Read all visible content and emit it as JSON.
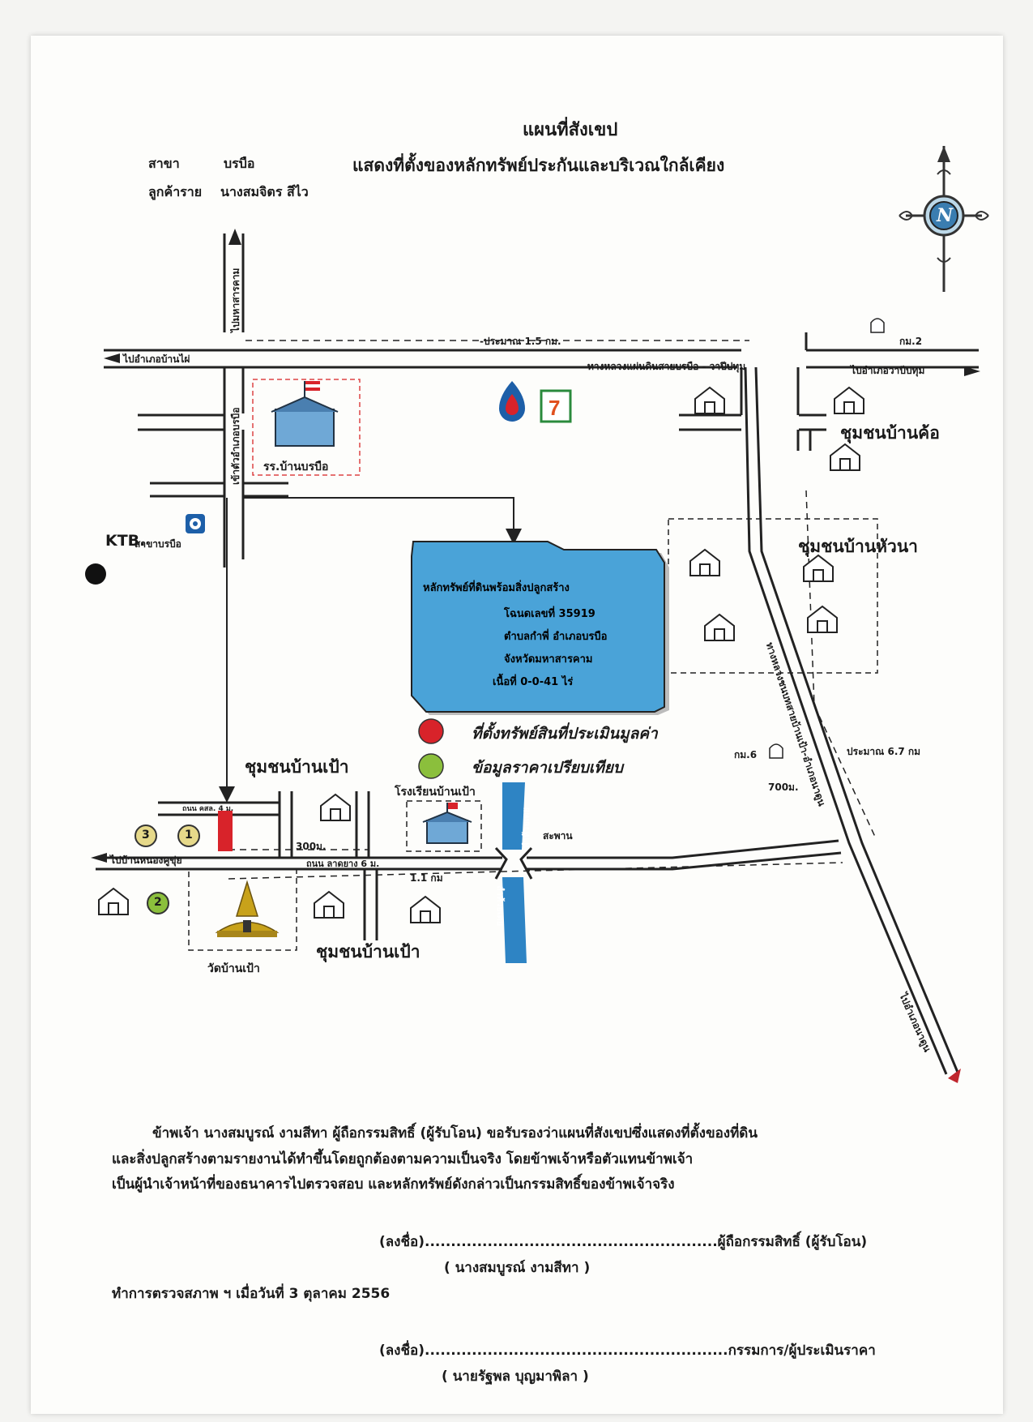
{
  "header": {
    "title": "แผนที่สังเขป",
    "subtitle": "แสดงที่ตั้งของหลักทรัพย์ประกันและบริเวณใกล้เคียง",
    "branch_label": "สาขา",
    "branch_value": "บรบือ",
    "customer_label": "ลูกค้าราย",
    "customer_value": "นางสมจิตร   สีไว"
  },
  "compass": {
    "letter": "N",
    "icon": "compass-north-icon"
  },
  "roads": {
    "to_ban_mai": "ไปอำเภอบ้านไผ่",
    "approx_1_5": "-ประมาณ 1.5 กม.",
    "km2": "กม.2",
    "highway": "ทางหลวงแผ่นดินสายบรบือ - วาปีปทุม",
    "to_wapi": "ไปอำเภอวาปีปทุม",
    "to_maha": "ไปมหาสารคาม",
    "to_borabue_district": "เข้าตัวอำเภอบรบือ",
    "diag_road": "ทางหลวงชนบทสายบ้านเป้า-อำเภอนาดูน",
    "km6": "กม.6",
    "approx_6_7": "ประมาณ 6.7 กม",
    "m700": "700ม.",
    "to_na_dun": "ไปอำเภอนาดูน",
    "to_nong_khu": "ไปบ้านหนองคูขุ่ย",
    "lane": "ถนน คสล. 4 ม.",
    "m300": "300ม.",
    "laterite": "ถนน ลาดยาง 6 ม.",
    "km1_1": "1.1 กม",
    "bridge": "สะพาน",
    "canal_top": "ลำห้วยเตย",
    "canal_bottom": "ลำห้วยเตย"
  },
  "places": {
    "school_borabue": "รร.บ้านบรบือ",
    "ktb": "KTB.",
    "ktb_branch": "สาขาบรบือ",
    "community_kho": "ชุมชนบ้านค้อ",
    "community_huana": "ชุมชนบ้านหัวนา",
    "community_pao_top": "ชุมชนบ้านเป้า",
    "community_pao_bottom": "ชุมชนบ้านเป้า",
    "school_pao": "โรงเรียนบ้านเป้า",
    "temple_pao": "วัดบ้านเป้า"
  },
  "property": {
    "line1": "หลักทรัพย์ที่ดินพร้อมสิ่งปลูกสร้าง",
    "line2": "โฉนดเลขที่  35919",
    "line3": "ตำบลกำพี่  อำเภอบรบือ",
    "line4": "จังหวัดมหาสารคาม",
    "line5": "เนื้อที่ 0-0-41 ไร่",
    "fill_color": "#4aa3d8"
  },
  "legend": {
    "subject": "ที่ตั้งทรัพย์สินที่ประเมินมูลค่า",
    "subject_color": "#d8232a",
    "comparable": "ข้อมูลราคาเปรียบเทียบ",
    "comparable_color": "#8bbf3c"
  },
  "markers": {
    "c1": "1",
    "c2": "2",
    "c3": "3"
  },
  "statement": {
    "line1": "ข้าพเจ้า   นางสมบูรณ์   งามสีทา     ผู้ถือกรรมสิทธิ์  (ผู้รับโอน)  ขอรับรองว่าแผนที่สังเขปซึ่งแสดงที่ตั้งของที่ดิน",
    "line2": "และสิ่งปลูกสร้างตามรายงานได้ทำขึ้นโดยถูกต้องตามความเป็นจริง โดยข้าพเจ้าหรือตัวแทนข้าพเจ้า",
    "line3": "เป็นผู้นำเจ้าหน้าที่ของธนาคารไปตรวจสอบ และหลักทรัพย์ดังกล่าวเป็นกรรมสิทธิ์ของข้าพเจ้าจริง"
  },
  "signatures": {
    "owner_sign": "(ลงชื่อ)........................................................ผู้ถือกรรมสิทธิ์  (ผู้รับโอน)",
    "owner_name": "(     นางสมบูรณ์          งามสีทา        )",
    "inspection": "ทำการตรวจสภาพ ฯ เมื่อวันที่   3   ตุลาคม    2556",
    "appraiser_sign": "(ลงชื่อ)..........................................................กรรมการ/ผู้ประเมินราคา",
    "appraiser_name": "(      นายรัฐพล          บุญมาพิลา    )"
  }
}
